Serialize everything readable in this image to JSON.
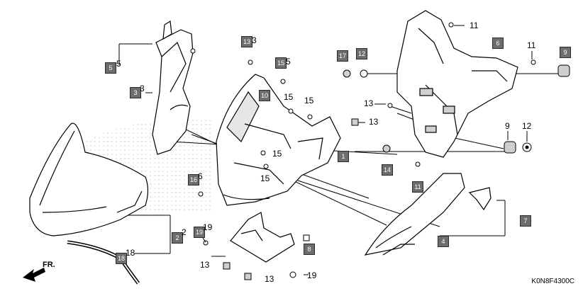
{
  "diagram_code": "K0N8F4300C",
  "direction_label": "FR.",
  "parts": [
    {
      "id": "p1",
      "label": "1",
      "style": "box"
    },
    {
      "id": "p2",
      "label": "2",
      "style": "box"
    },
    {
      "id": "p2t",
      "label": "2",
      "style": "text"
    },
    {
      "id": "p3a",
      "label": "3",
      "style": "box"
    },
    {
      "id": "p3b",
      "label": "3",
      "style": "text"
    },
    {
      "id": "p4",
      "label": "4",
      "style": "box"
    },
    {
      "id": "p5a",
      "label": "5",
      "style": "box"
    },
    {
      "id": "p5b",
      "label": "5",
      "style": "text"
    },
    {
      "id": "p6",
      "label": "6",
      "style": "box"
    },
    {
      "id": "p7",
      "label": "7",
      "style": "box"
    },
    {
      "id": "p8",
      "label": "8",
      "style": "box"
    },
    {
      "id": "p9a",
      "label": "9",
      "style": "box"
    },
    {
      "id": "p9b",
      "label": "9",
      "style": "text"
    },
    {
      "id": "p10",
      "label": "10",
      "style": "box"
    },
    {
      "id": "p11a",
      "label": "11",
      "style": "text"
    },
    {
      "id": "p11b",
      "label": "11",
      "style": "text"
    },
    {
      "id": "p11c",
      "label": "11",
      "style": "box"
    },
    {
      "id": "p12a",
      "label": "12",
      "style": "box"
    },
    {
      "id": "p12b",
      "label": "12",
      "style": "text"
    },
    {
      "id": "p13a",
      "label": "13",
      "style": "box"
    },
    {
      "id": "p13at",
      "label": "3",
      "style": "text"
    },
    {
      "id": "p13b",
      "label": "13",
      "style": "text"
    },
    {
      "id": "p13c",
      "label": "13",
      "style": "text"
    },
    {
      "id": "p13d",
      "label": "13",
      "style": "text"
    },
    {
      "id": "p13e",
      "label": "13",
      "style": "text"
    },
    {
      "id": "p14",
      "label": "14",
      "style": "box"
    },
    {
      "id": "p15a",
      "label": "15",
      "style": "box"
    },
    {
      "id": "p15at",
      "label": "5",
      "style": "text"
    },
    {
      "id": "p15b",
      "label": "15",
      "style": "text"
    },
    {
      "id": "p15c",
      "label": "15",
      "style": "text"
    },
    {
      "id": "p15d",
      "label": "15",
      "style": "text"
    },
    {
      "id": "p15e",
      "label": "15",
      "style": "text"
    },
    {
      "id": "p16",
      "label": "16",
      "style": "box"
    },
    {
      "id": "p16t",
      "label": "6",
      "style": "text"
    },
    {
      "id": "p17",
      "label": "17",
      "style": "box"
    },
    {
      "id": "p18a",
      "label": "18",
      "style": "box"
    },
    {
      "id": "p18b",
      "label": "18",
      "style": "text"
    },
    {
      "id": "p19a",
      "label": "19",
      "style": "box"
    },
    {
      "id": "p19at",
      "label": "19",
      "style": "text"
    },
    {
      "id": "p19b",
      "label": "19",
      "style": "text"
    }
  ]
}
